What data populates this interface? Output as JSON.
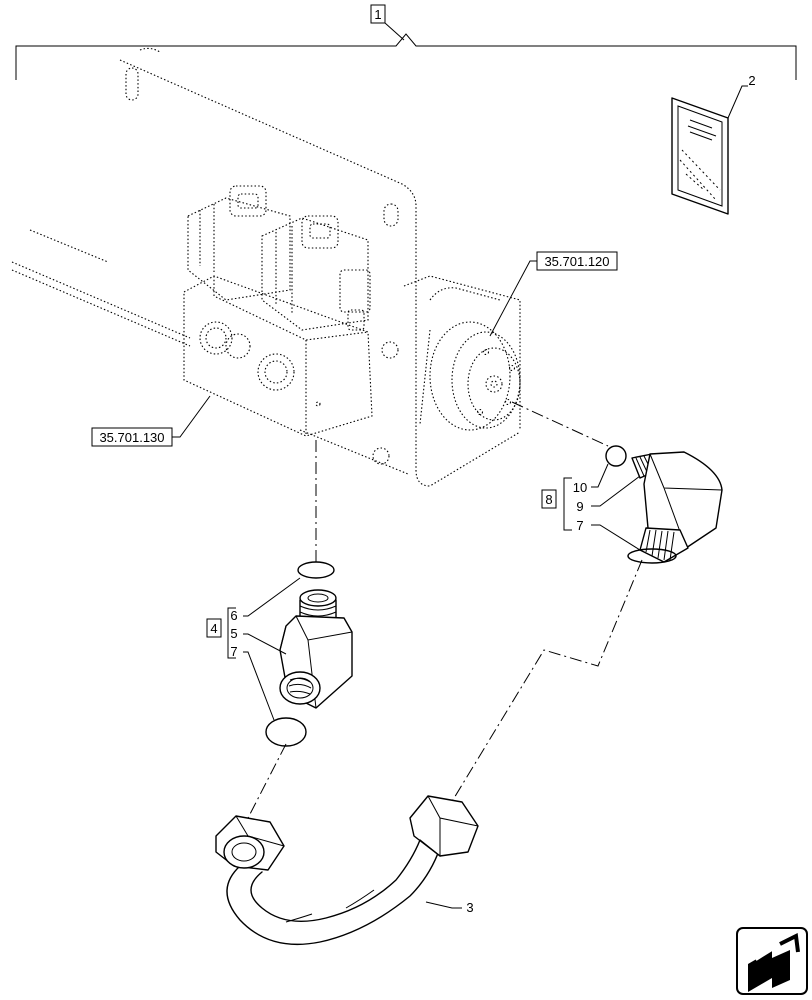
{
  "callouts": {
    "assembly": "1",
    "manual": "2",
    "pipe": "3",
    "fitting_kit_a": "4",
    "fitting_a": "5",
    "oring_a": "6",
    "seal": "7",
    "fitting_kit_b": "8",
    "fitting_b": "9",
    "oring_b": "10"
  },
  "references": {
    "valve_block": "35.701.130",
    "pump_unit": "35.701.120"
  },
  "icons": {
    "nav": "navigate-arrow-icon"
  }
}
